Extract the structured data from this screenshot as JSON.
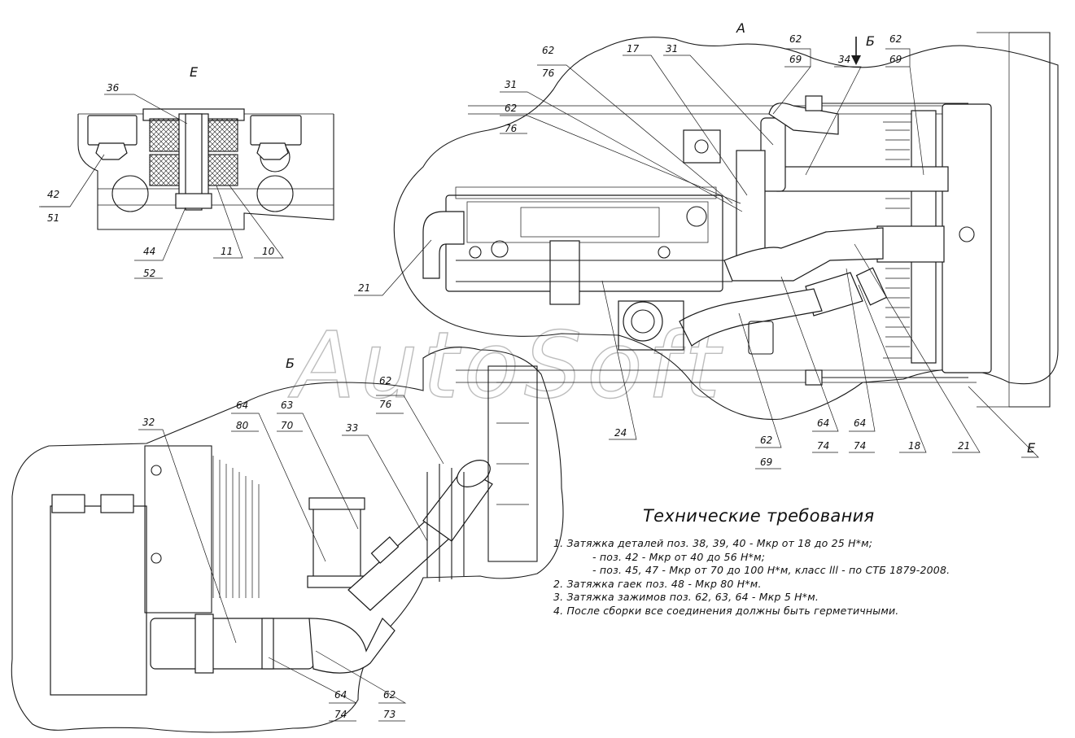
{
  "views": {
    "e": "Е",
    "a": "А",
    "b_arrow": "Б",
    "b_view": "Б",
    "e_pointer": "Е"
  },
  "watermark": "AutoSoft",
  "callouts": [
    {
      "id": "c36",
      "text": "36"
    },
    {
      "id": "c42",
      "text": "42"
    },
    {
      "id": "c51",
      "text": "51"
    },
    {
      "id": "c44",
      "text": "44"
    },
    {
      "id": "c52",
      "text": "52"
    },
    {
      "id": "c11",
      "text": "11"
    },
    {
      "id": "c10",
      "text": "10"
    },
    {
      "id": "c62a",
      "text": "62"
    },
    {
      "id": "c76a",
      "text": "76"
    },
    {
      "id": "c17",
      "text": "17"
    },
    {
      "id": "c31a",
      "text": "31"
    },
    {
      "id": "c62b",
      "text": "62"
    },
    {
      "id": "c69b",
      "text": "69"
    },
    {
      "id": "c34",
      "text": "34"
    },
    {
      "id": "c62c",
      "text": "62"
    },
    {
      "id": "c69c",
      "text": "69"
    },
    {
      "id": "c31b",
      "text": "31"
    },
    {
      "id": "c62d",
      "text": "62"
    },
    {
      "id": "c76d",
      "text": "76"
    },
    {
      "id": "c21a",
      "text": "21"
    },
    {
      "id": "c24",
      "text": "24"
    },
    {
      "id": "c62e",
      "text": "62"
    },
    {
      "id": "c69e",
      "text": "69"
    },
    {
      "id": "c64a",
      "text": "64"
    },
    {
      "id": "c74a",
      "text": "74"
    },
    {
      "id": "c64b",
      "text": "64"
    },
    {
      "id": "c74b",
      "text": "74"
    },
    {
      "id": "c18",
      "text": "18"
    },
    {
      "id": "c21b",
      "text": "21"
    },
    {
      "id": "c62f",
      "text": "62"
    },
    {
      "id": "c76f",
      "text": "76"
    },
    {
      "id": "c64c",
      "text": "64"
    },
    {
      "id": "c80",
      "text": "80"
    },
    {
      "id": "c63",
      "text": "63"
    },
    {
      "id": "c70",
      "text": "70"
    },
    {
      "id": "c32",
      "text": "32"
    },
    {
      "id": "c33",
      "text": "33"
    },
    {
      "id": "c64d",
      "text": "64"
    },
    {
      "id": "c74d",
      "text": "74"
    },
    {
      "id": "c62g",
      "text": "62"
    },
    {
      "id": "c73",
      "text": "73"
    }
  ],
  "requirements": {
    "title": "Технические требования",
    "items": [
      "1.  Затяжка деталей поз. 38, 39, 40 - Мкр от 18 до 25 Н*м;",
      "- поз. 42 - Мкр от 40 до 56 Н*м;",
      "- поз. 45, 47 - Мкр от 70 до 100 Н*м, класс lll - по СТБ 1879-2008.",
      "2.  Затяжка гаек поз. 48 - Мкр 80 Н*м.",
      "3.  Затяжка зажимов поз. 62, 63, 64 - Мкр 5 Н*м.",
      "4.  После сборки все соединения должны быть герметичными."
    ]
  }
}
